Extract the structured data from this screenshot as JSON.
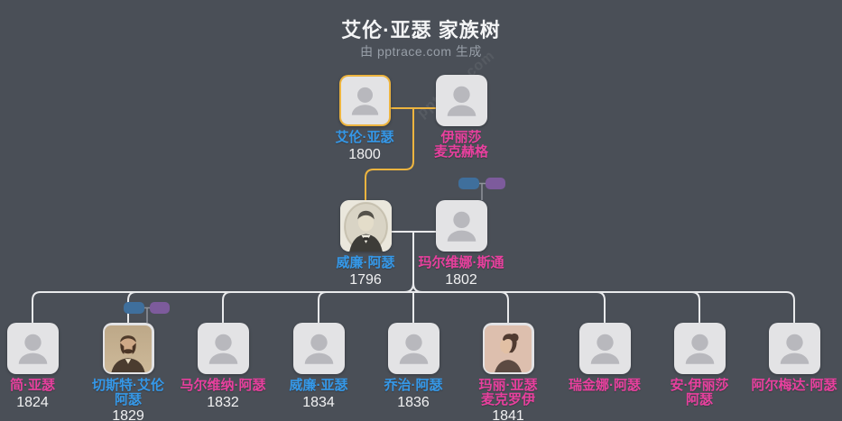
{
  "header": {
    "title": "艾伦·亚瑟 家族树",
    "subtitle": "由 pptrace.com 生成",
    "watermark": "pptrace.com"
  },
  "colors": {
    "background": "#4a4f57",
    "male_name": "#3598e8",
    "female_name": "#e8409e",
    "year_text": "#f1f1f2",
    "highlight_border": "#edb43f",
    "couple_line_yellow": "#edb43f",
    "connector_line_white": "#e9eaec",
    "card_background": "#e3e3e5",
    "avatar_glyph": "#b8b8bd",
    "toggle_blue": "#3f6f9c",
    "toggle_purple": "#7d5b9c"
  },
  "persons": {
    "allen": {
      "n1": "艾伦·亚瑟",
      "n2": "",
      "year": "1800",
      "gender": "male",
      "highlighted": true
    },
    "eliza": {
      "n1": "伊丽莎",
      "n2": "麦克赫格",
      "year": "",
      "gender": "female"
    },
    "william_sr": {
      "n1": "威廉·阿瑟",
      "n2": "",
      "year": "1796",
      "gender": "male",
      "photo": "engraving-portrait"
    },
    "malvina": {
      "n1": "玛尔维娜·斯通",
      "n2": "",
      "year": "1802",
      "gender": "female"
    },
    "children": [
      {
        "n1": "简·亚瑟",
        "n2": "",
        "year": "1824",
        "gender": "female"
      },
      {
        "n1": "切斯特·艾伦",
        "n2": "阿瑟",
        "year": "1829",
        "gender": "male",
        "photo": "sepia-portrait"
      },
      {
        "n1": "马尔维纳·阿瑟",
        "n2": "",
        "year": "1832",
        "gender": "female"
      },
      {
        "n1": "威廉·亚瑟",
        "n2": "",
        "year": "1834",
        "gender": "male"
      },
      {
        "n1": "乔治·阿瑟",
        "n2": "",
        "year": "1836",
        "gender": "male"
      },
      {
        "n1": "玛丽·亚瑟",
        "n2": "麦克罗伊",
        "year": "1841",
        "gender": "female",
        "photo": "sepia-profile-portrait"
      },
      {
        "n1": "瑞金娜·阿瑟",
        "n2": "",
        "year": "",
        "gender": "female"
      },
      {
        "n1": "安·伊丽莎",
        "n2": "阿瑟",
        "year": "",
        "gender": "female"
      },
      {
        "n1": "阿尔梅达·阿瑟",
        "n2": "",
        "year": "",
        "gender": "female"
      }
    ]
  }
}
